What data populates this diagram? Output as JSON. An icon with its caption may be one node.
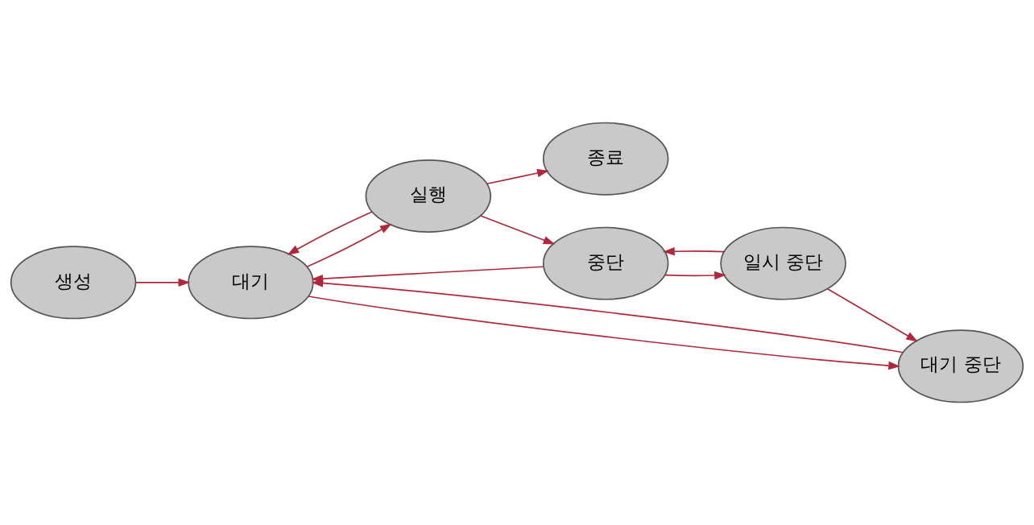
{
  "diagram": {
    "nodes": [
      {
        "text": [
          "생성"
        ]
      },
      {
        "text": [
          "대기"
        ]
      },
      {
        "text": [
          "실행"
        ]
      },
      {
        "text": [
          "종료"
        ]
      },
      {
        "text": [
          "대기 중단"
        ]
      },
      {
        "text": [
          "중단"
        ]
      },
      {
        "text": [
          "일시 중단"
        ]
      }
    ],
    "edges": [
      {
        "from": 0,
        "to": 1,
        "arrow": "to"
      },
      {
        "from": 1,
        "to": 2,
        "arrow": "to"
      },
      {
        "from": 2,
        "to": 1,
        "arrow": "to"
      },
      {
        "from": 2,
        "to": 3,
        "arrow": "to"
      },
      {
        "from": 4,
        "to": 1,
        "arrow": "to"
      },
      {
        "from": 1,
        "to": 4,
        "arrow": "to"
      },
      {
        "from": 5,
        "to": 1,
        "arrow": "to"
      },
      {
        "from": 2,
        "to": 5,
        "arrow": "to"
      },
      {
        "from": 5,
        "to": 6,
        "arrow": "to"
      },
      {
        "from": 6,
        "to": 5,
        "arrow": "to"
      },
      {
        "from": 6,
        "to": 4,
        "arrow": "to"
      }
    ]
  }
}
